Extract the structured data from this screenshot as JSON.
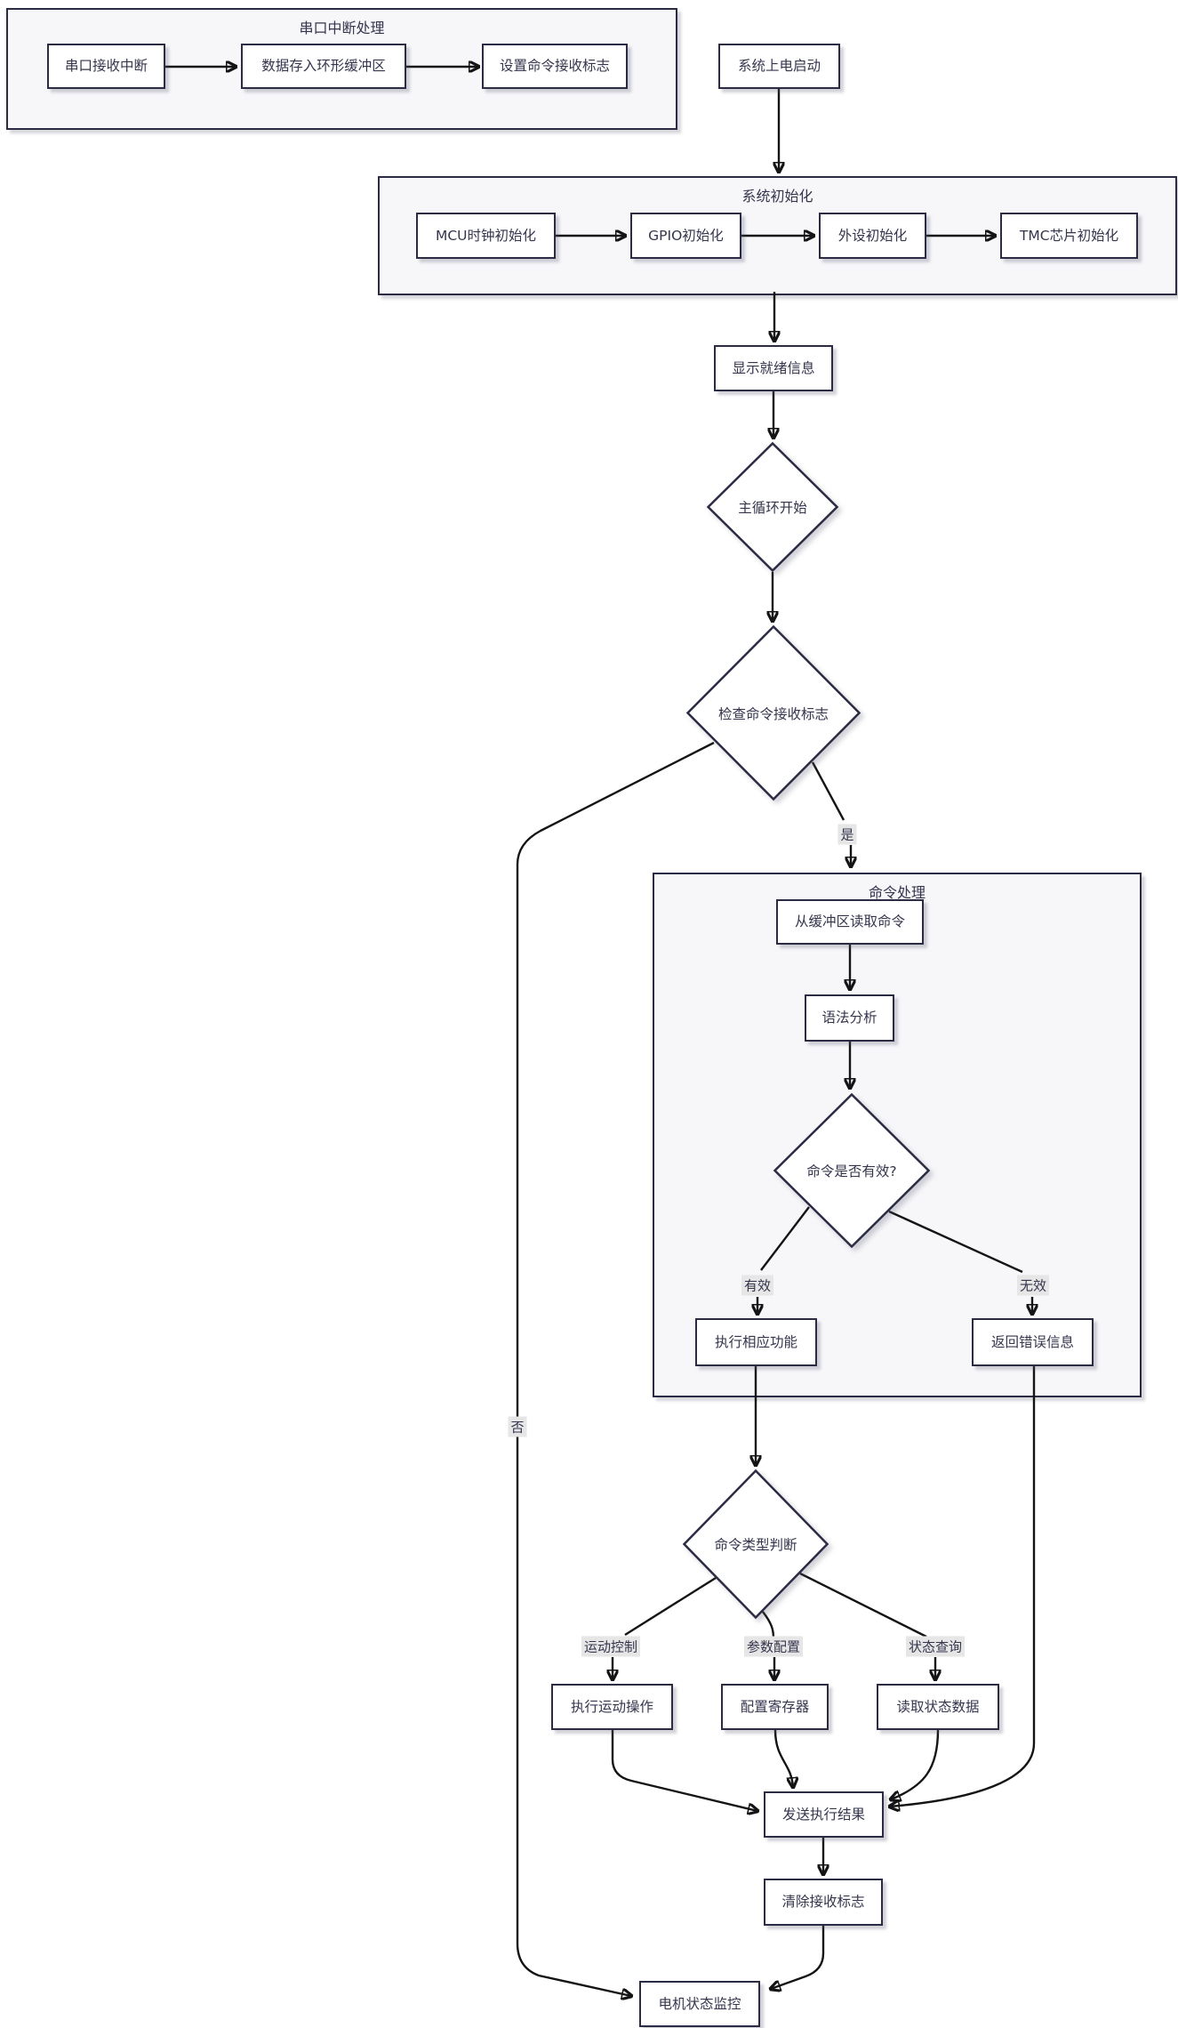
{
  "diagram": {
    "subgraphs": {
      "serial_isr": {
        "title": "串口中断处理"
      },
      "sys_init": {
        "title": "系统初始化"
      },
      "cmd_proc": {
        "title": "命令处理"
      }
    },
    "nodes": {
      "serial_rx_int": "串口接收中断",
      "store_ring_buffer": "数据存入环形缓冲区",
      "set_cmd_flag": "设置命令接收标志",
      "power_on": "系统上电启动",
      "mcu_clock_init": "MCU时钟初始化",
      "gpio_init": "GPIO初始化",
      "periph_init": "外设初始化",
      "tmc_init": "TMC芯片初始化",
      "show_ready": "显示就绪信息",
      "main_loop": "主循环开始",
      "check_flag": "检查命令接收标志",
      "read_cmd": "从缓冲区读取命令",
      "parse": "语法分析",
      "cmd_valid": "命令是否有效?",
      "exec_func": "执行相应功能",
      "return_error": "返回错误信息",
      "cmd_type": "命令类型判断",
      "exec_motion": "执行运动操作",
      "config_reg": "配置寄存器",
      "read_status": "读取状态数据",
      "send_result": "发送执行结果",
      "clear_flag": "清除接收标志",
      "motor_monitor": "电机状态监控"
    },
    "edge_labels": {
      "yes": "是",
      "no": "否",
      "valid": "有效",
      "invalid": "无效",
      "motion": "运动控制",
      "param": "参数配置",
      "status": "状态查询"
    },
    "colors": {
      "node_border": "#2b2b44",
      "node_fill": "#ffffff",
      "subgraph_fill": "#f7f7fa",
      "edge": "#141414",
      "edge_label_bg": "#e6e6e6",
      "text": "#35354d"
    }
  }
}
